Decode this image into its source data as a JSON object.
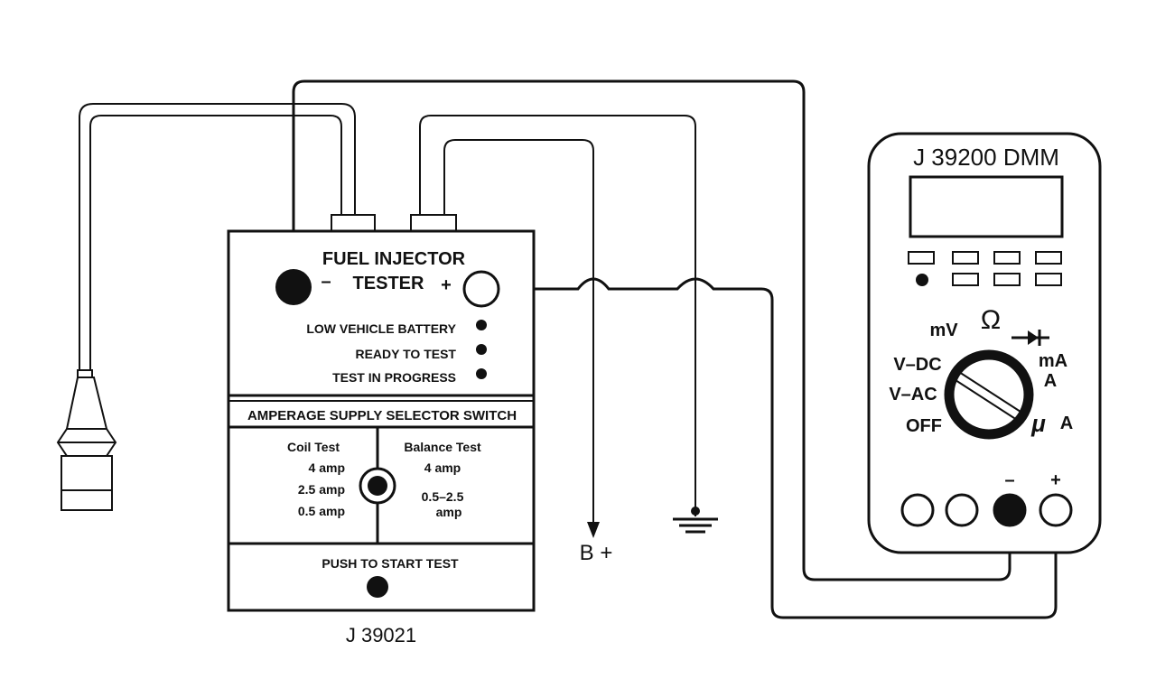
{
  "tester": {
    "title_line1": "FUEL INJECTOR",
    "title_line2": "TESTER",
    "minus_label": "–",
    "plus_label": "+",
    "indicators": [
      "LOW VEHICLE BATTERY",
      "READY TO TEST",
      "TEST IN PROGRESS"
    ],
    "switch_title": "AMPERAGE SUPPLY SELECTOR SWITCH",
    "coil_test": {
      "heading": "Coil Test",
      "options": [
        "4 amp",
        "2.5 amp",
        "0.5 amp"
      ]
    },
    "balance_test": {
      "heading": "Balance Test",
      "options": [
        "4 amp",
        "0.5–2.5",
        "amp"
      ]
    },
    "push_label": "PUSH TO START TEST",
    "model": "J 39021"
  },
  "battery_label": "B +",
  "dmm": {
    "model": "J 39200 DMM",
    "dial_labels": {
      "mv": "mV",
      "ohm": "Ω",
      "vdc": "V–DC",
      "vac": "V–AC",
      "off": "OFF",
      "ma": "mA",
      "a": "A",
      "micro": "μ",
      "micro_a": "A"
    },
    "terminal_minus": "–",
    "terminal_plus": "+"
  },
  "colors": {
    "ink": "#111111",
    "paper": "#ffffff"
  }
}
